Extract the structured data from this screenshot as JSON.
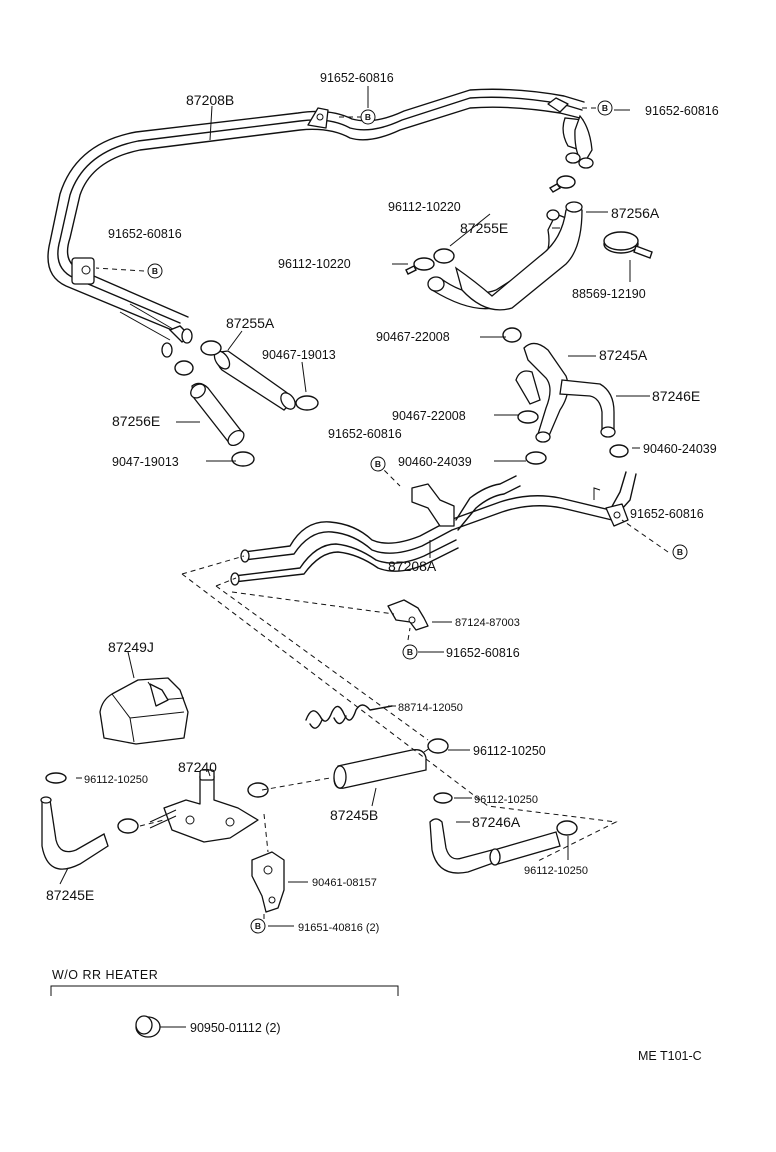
{
  "labels": {
    "p87208B": "87208B",
    "p91652_top": "91652-60816",
    "p91652_tr": "91652-60816",
    "p96112_10220_a": "96112-10220",
    "p87256A": "87256A",
    "p87255E": "87255E",
    "p96112_10220_b": "96112-10220",
    "p88569": "88569-12190",
    "p91652_left": "91652-60816",
    "p87255A": "87255A",
    "p90467_19013": "90467-19013",
    "p87256E": "87256E",
    "p9047_19013": "9047-19013",
    "p90467_22008_a": "90467-22008",
    "p87245A": "87245A",
    "p87246E": "87246E",
    "p90467_22008_b": "90467-22008",
    "p91652_mid": "91652-60816",
    "p90460_a": "90460-24039",
    "p90460_b": "90460-24039",
    "p91652_right": "91652-60816",
    "p87208A": "87208A",
    "p87124": "87124-87003",
    "p91652_low": "91652-60816",
    "p87249J": "87249J",
    "p88714": "88714-12050",
    "p96112_10250_a": "96112-10250",
    "p96112_10250_b": "96112-10250",
    "p87240": "87240",
    "p96112_10250_c": "96112-10250",
    "p87245B": "87245B",
    "p87246A": "87246A",
    "p96112_10250_d": "96112-10250",
    "p87245E": "87245E",
    "p90461": "90461-08157",
    "p91651": "91651-40816 (2)",
    "p90950": "90950-01112 (2)"
  },
  "bolt_marker": "B",
  "section_label": "W/O RR  HEATER",
  "figure_code": "ME T101-C"
}
